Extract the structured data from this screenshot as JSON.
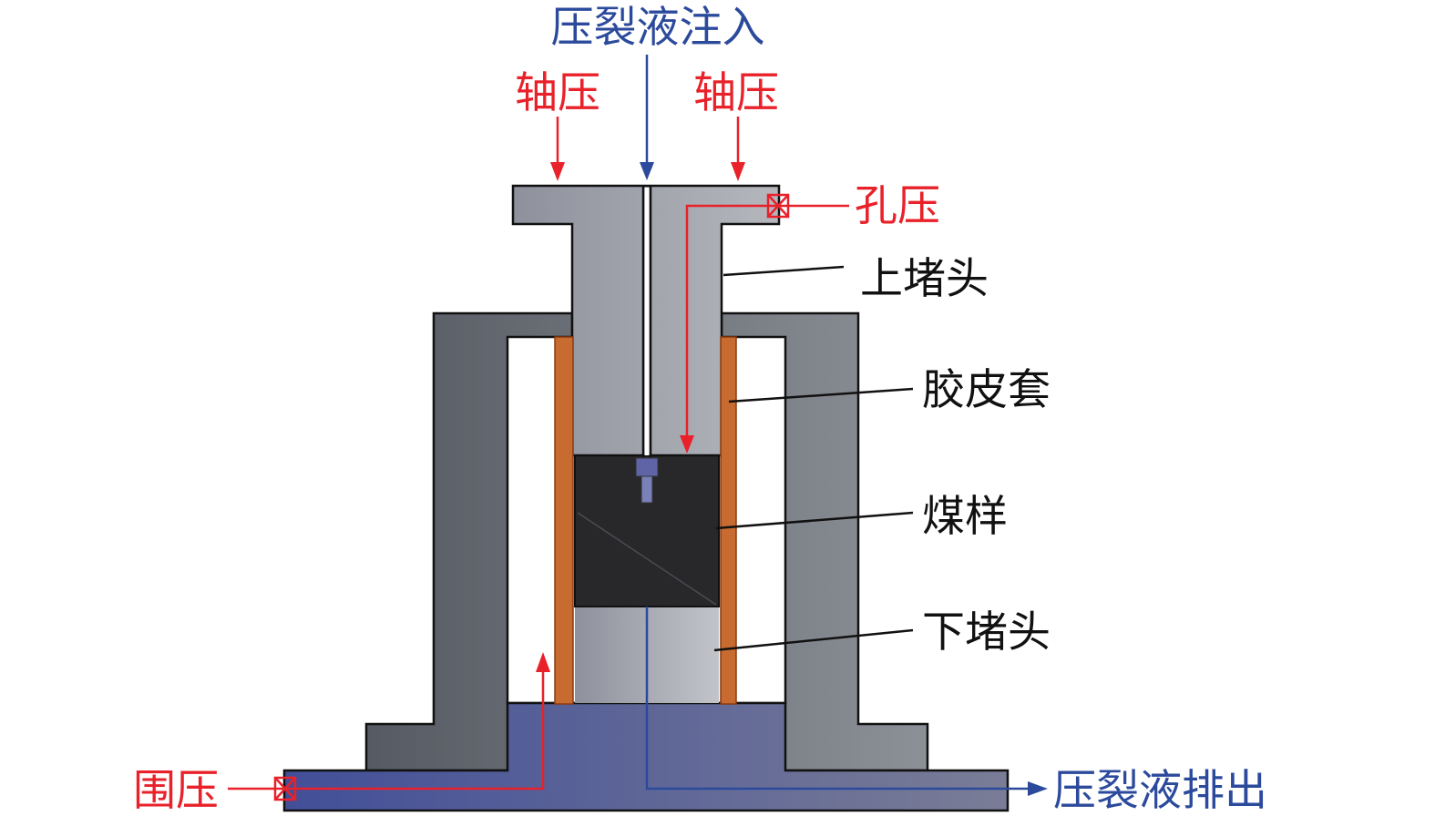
{
  "labels": {
    "fluid_in": "压裂液注入",
    "axial_left": "轴压",
    "axial_right": "轴压",
    "pore_pressure": "孔压",
    "upper_plug": "上堵头",
    "rubber_sleeve": "胶皮套",
    "coal_sample": "煤样",
    "lower_plug": "下堵头",
    "confining_pressure": "围压",
    "fluid_out": "压裂液排出"
  },
  "colors": {
    "red": "#e8212a",
    "blue": "#2c4a9c",
    "black": "#111111",
    "sleeve": "#b8612a",
    "coal": "#2a2a2c",
    "vessel_dark": "#555a62",
    "vessel_light": "#8e9299",
    "base_blue": "#4a58a0",
    "plug_gray": "#a0a3ad"
  }
}
